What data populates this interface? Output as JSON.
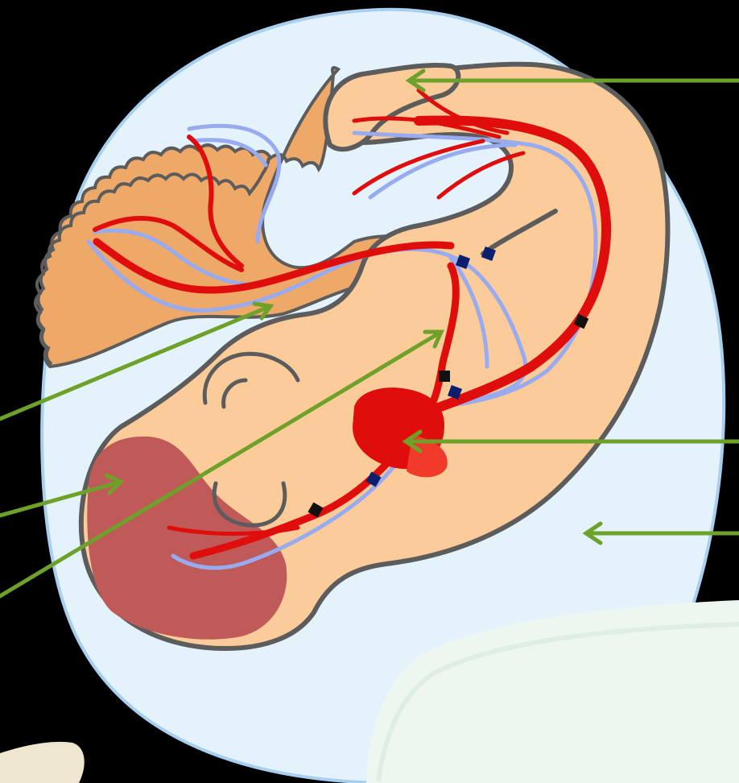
{
  "diagram": {
    "labels": [],
    "colors": {
      "background": "#000000",
      "amnion": "#e4f2fb",
      "amnion_edge": "#9ec7e8",
      "placenta": "#eea968",
      "embryo": "#fbcb99",
      "outline": "#5c5c5c",
      "yolk_sac": "#c05a58",
      "artery": "#e00d0d",
      "vein": "#98aaf0",
      "heart": "#e00d0d",
      "valve_black": "#111111",
      "valve_navy": "#0c1f6e",
      "pointer": "#6ea12a",
      "cushion": "#eef6f0"
    },
    "pointers": [
      {
        "name": "pointer-head",
        "target": "head-lobe"
      },
      {
        "name": "pointer-umbilical",
        "target": "umbilical-cord"
      },
      {
        "name": "pointer-yolk-sac",
        "target": "yolk-sac"
      },
      {
        "name": "pointer-vessel",
        "target": "dorsal-vessel"
      },
      {
        "name": "pointer-heart",
        "target": "heart"
      },
      {
        "name": "pointer-amnion",
        "target": "amniotic-cavity"
      }
    ]
  }
}
